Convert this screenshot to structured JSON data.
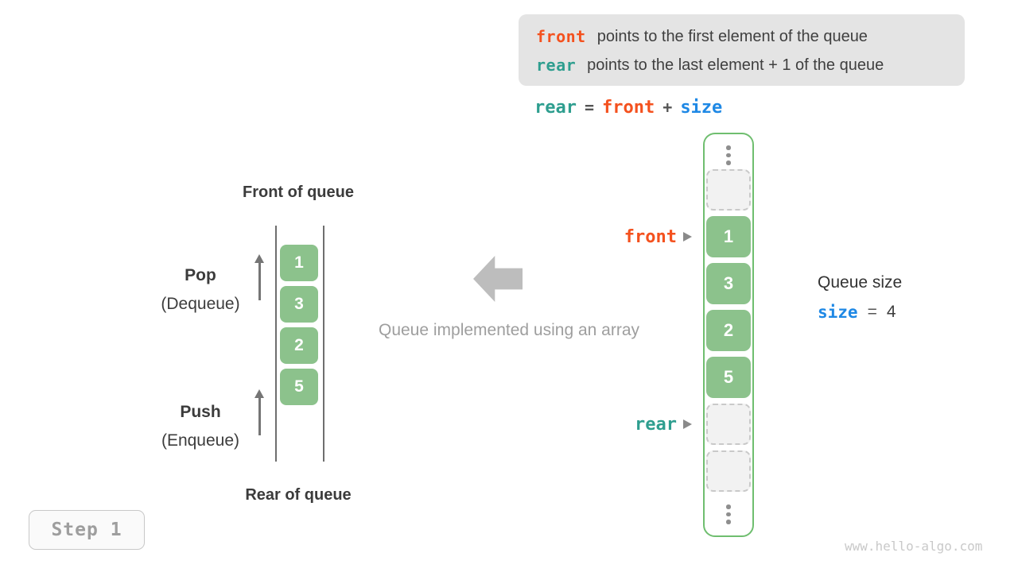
{
  "info_box": {
    "front_keyword": "front",
    "front_text": "points to the first element of the queue",
    "rear_keyword": "rear",
    "rear_text": "points to the last element + 1 of the queue"
  },
  "formula": {
    "rear": "rear",
    "eq": "=",
    "front": "front",
    "plus": "+",
    "size": "size"
  },
  "left_queue": {
    "front_label": "Front of queue",
    "rear_label": "Rear of queue",
    "pop": "Pop",
    "pop_sub": "(Dequeue)",
    "push": "Push",
    "push_sub": "(Enqueue)",
    "cells": [
      "1",
      "3",
      "2",
      "5"
    ]
  },
  "center": {
    "caption": "Queue implemented using an array"
  },
  "array": {
    "front_pointer": "front",
    "rear_pointer": "rear",
    "cells": [
      {
        "type": "dots"
      },
      {
        "type": "empty"
      },
      {
        "type": "value",
        "value": "1"
      },
      {
        "type": "value",
        "value": "3"
      },
      {
        "type": "value",
        "value": "2"
      },
      {
        "type": "value",
        "value": "5"
      },
      {
        "type": "empty"
      },
      {
        "type": "empty"
      },
      {
        "type": "dots"
      }
    ]
  },
  "queue_size": {
    "title": "Queue size",
    "var": "size",
    "eq": "=",
    "value": "4"
  },
  "step_badge": "Step 1",
  "watermark": "www.hello-algo.com",
  "colors": {
    "front_orange": "#f4511e",
    "rear_teal": "#2e9e8f",
    "size_blue": "#1e88e5",
    "cell_green": "#8cc28c",
    "container_border_green": "#6fbe6f",
    "info_box_bg": "#e4e4e4",
    "muted_gray": "#9e9e9e"
  }
}
